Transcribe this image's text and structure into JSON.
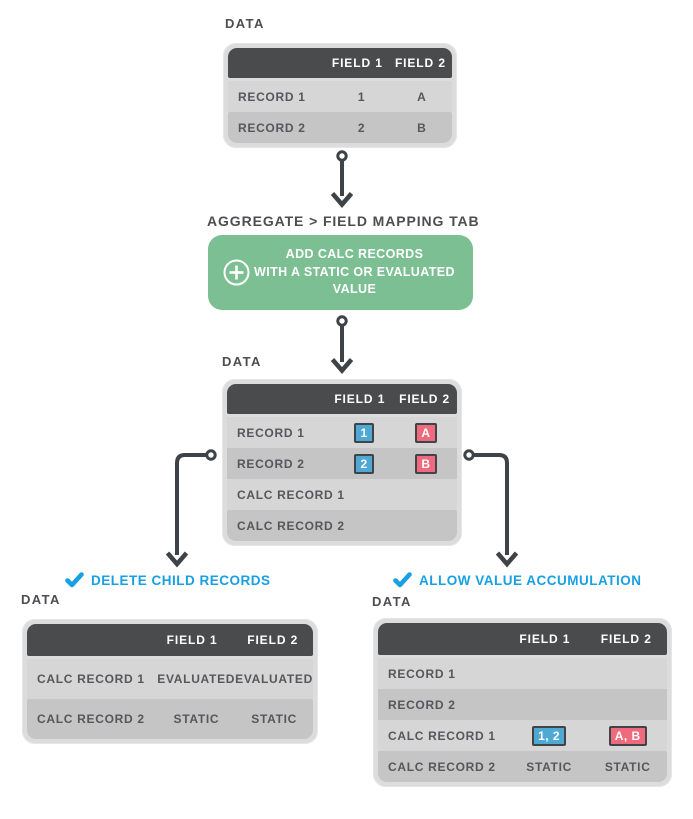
{
  "diagram": {
    "source_table": {
      "title": "DATA",
      "headers": [
        "FIELD 1",
        "FIELD 2"
      ],
      "rows": [
        {
          "label": "RECORD 1",
          "field1": "1",
          "field2": "A"
        },
        {
          "label": "RECORD 2",
          "field1": "2",
          "field2": "B"
        }
      ]
    },
    "step_label": "AGGREGATE > FIELD MAPPING TAB",
    "action_button": {
      "icon": "plus-circle-icon",
      "lines": [
        "ADD CALC RECORDS",
        "WITH A STATIC OR EVALUATED",
        "VALUE"
      ]
    },
    "result_table": {
      "title": "DATA",
      "headers": [
        "FIELD 1",
        "FIELD 2"
      ],
      "rows": [
        {
          "label": "RECORD 1",
          "field1": "1",
          "field2": "A"
        },
        {
          "label": "RECORD 2",
          "field1": "2",
          "field2": "B"
        },
        {
          "label": "CALC RECORD 1",
          "field1": "",
          "field2": ""
        },
        {
          "label": "CALC RECORD 2",
          "field1": "",
          "field2": ""
        }
      ]
    },
    "branch_left": {
      "option_label": "DELETE CHILD RECORDS",
      "table": {
        "title": "DATA",
        "headers": [
          "FIELD 1",
          "FIELD 2"
        ],
        "rows": [
          {
            "label": "CALC RECORD 1",
            "field1": "EVALUATED",
            "field2": "EVALUATED"
          },
          {
            "label": "CALC RECORD 2",
            "field1": "STATIC",
            "field2": "STATIC"
          }
        ]
      }
    },
    "branch_right": {
      "option_label": "ALLOW VALUE ACCUMULATION",
      "table": {
        "title": "DATA",
        "headers": [
          "FIELD 1",
          "FIELD 2"
        ],
        "rows": [
          {
            "label": "RECORD 1",
            "field1": "",
            "field2": ""
          },
          {
            "label": "RECORD 2",
            "field1": "",
            "field2": ""
          },
          {
            "label": "CALC RECORD 1",
            "field1": "1, 2",
            "field2": "A, B"
          },
          {
            "label": "CALC RECORD 2",
            "field1": "STATIC",
            "field2": "STATIC"
          }
        ]
      }
    },
    "colors": {
      "accent_blue": "#18a0e2",
      "badge_blue": "#4fa9d2",
      "badge_red": "#f06a7d",
      "button_green": "#7cbf93",
      "table_header_dark": "#4a4b4d",
      "row_light": "#d6d6d6",
      "row_dark": "#c5c5c5",
      "text_gray": "#56575b",
      "connector_dark": "#3e4347"
    }
  }
}
